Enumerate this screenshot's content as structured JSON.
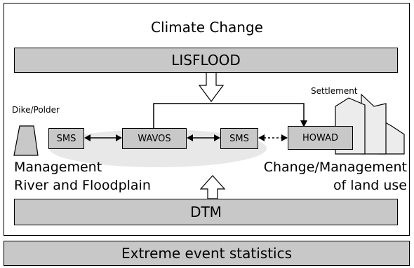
{
  "title": "Climate Change",
  "bars": {
    "top": "LISFLOOD",
    "bottom": "DTM",
    "footer": "Extreme event statistics"
  },
  "modules": {
    "sms_left": "SMS",
    "wavos": "WAVOS",
    "sms_right": "SMS",
    "howad": "HOWAD"
  },
  "labels": {
    "dike": "Dike/Polder",
    "settlement": "Settlement",
    "management_line1": "Management",
    "management_line2": "River and Floodplain",
    "change_line1": "Change/Management",
    "change_line2": "of land use"
  },
  "colors": {
    "box_fill": "#c8c8c8",
    "floodplain": "#e8e8e8",
    "outline": "#000000"
  },
  "icons": [
    "hollow-arrow-down-icon",
    "hollow-arrow-up-icon",
    "dike-icon",
    "settlement-buildings-icon"
  ]
}
